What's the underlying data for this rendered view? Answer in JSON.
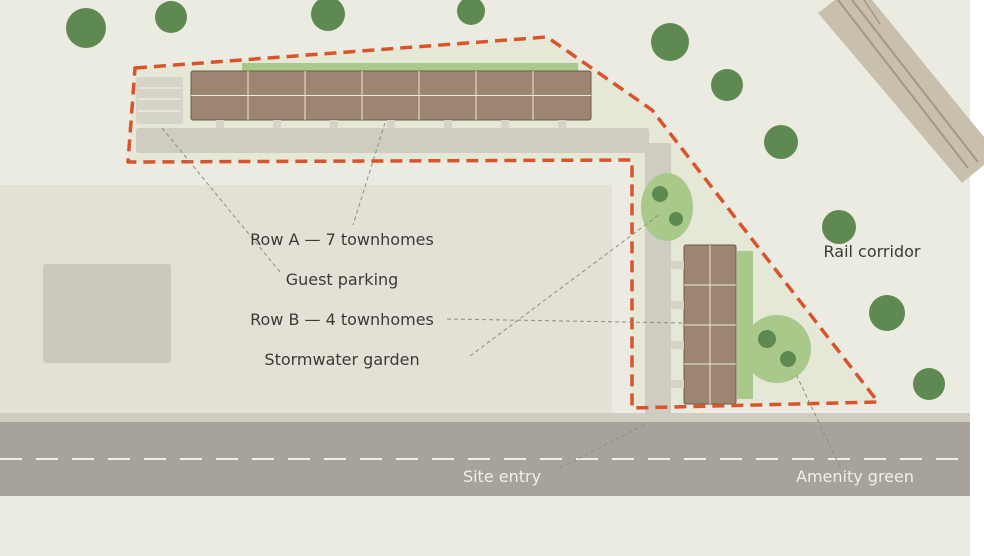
{
  "labels": {
    "row_a": "Row A — 7 townhomes",
    "guest_parking": "Guest parking",
    "row_b": "Row B — 4 townhomes",
    "stormwater": "Stormwater garden",
    "rail": "Rail corridor",
    "site_entry": "Site entry",
    "amenity": "Amenity green"
  },
  "colors": {
    "background": "#ecebe1",
    "boundary": "#d9532b",
    "building": "#9c8671",
    "road": "#a7a39b",
    "tree": "#5e8a52",
    "green_soft": "#a9c98a"
  },
  "units": {
    "row_a_count": 7,
    "row_b_count": 4
  }
}
